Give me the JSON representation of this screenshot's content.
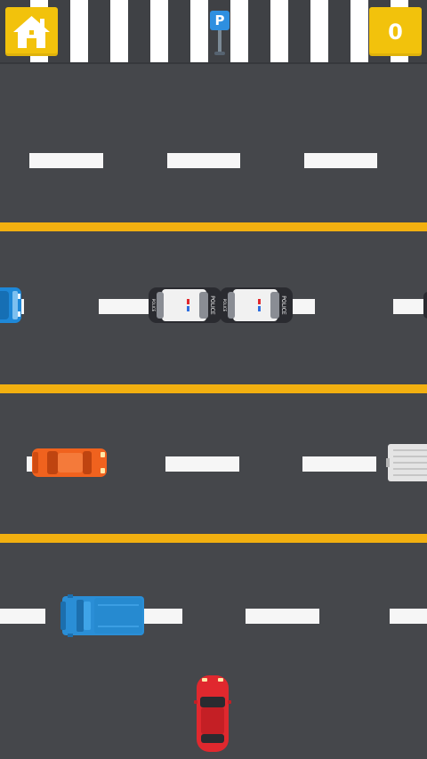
{
  "hud": {
    "home_icon": "home-icon",
    "score": "0"
  },
  "scene": {
    "sign_letter": "P",
    "police_label": "POLICE"
  },
  "colors": {
    "road": "#45474b",
    "lane_divider": "#f2b010",
    "dash": "#f6f6f6",
    "hud_button": "#f2c20c",
    "player_car": "#e0282e",
    "orange_car": "#f0621e",
    "blue_truck": "#2a8ed6",
    "blue_car": "#1e88d8",
    "white_truck": "#e4e4e4"
  }
}
